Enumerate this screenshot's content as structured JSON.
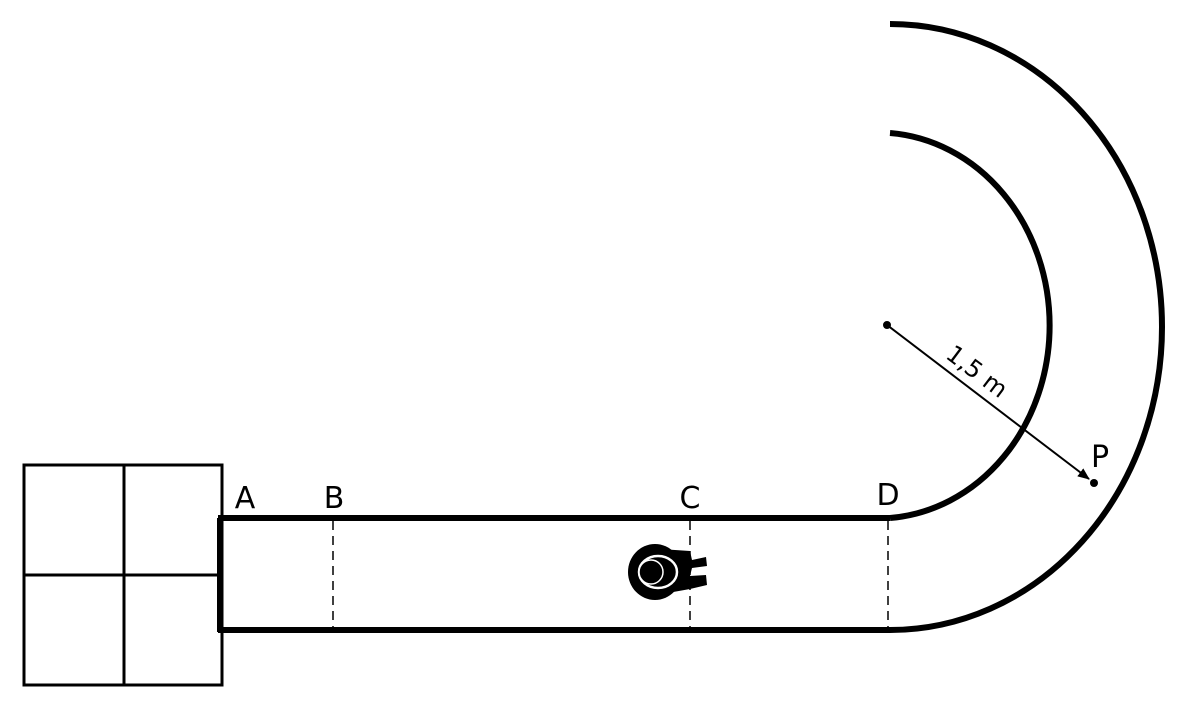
{
  "labels": {
    "a": "A",
    "b": "B",
    "c": "C",
    "d": "D",
    "p": "P"
  },
  "dimension": {
    "radius_text": "1,5 m"
  },
  "colors": {
    "ink": "#000000",
    "paper": "#ffffff"
  }
}
